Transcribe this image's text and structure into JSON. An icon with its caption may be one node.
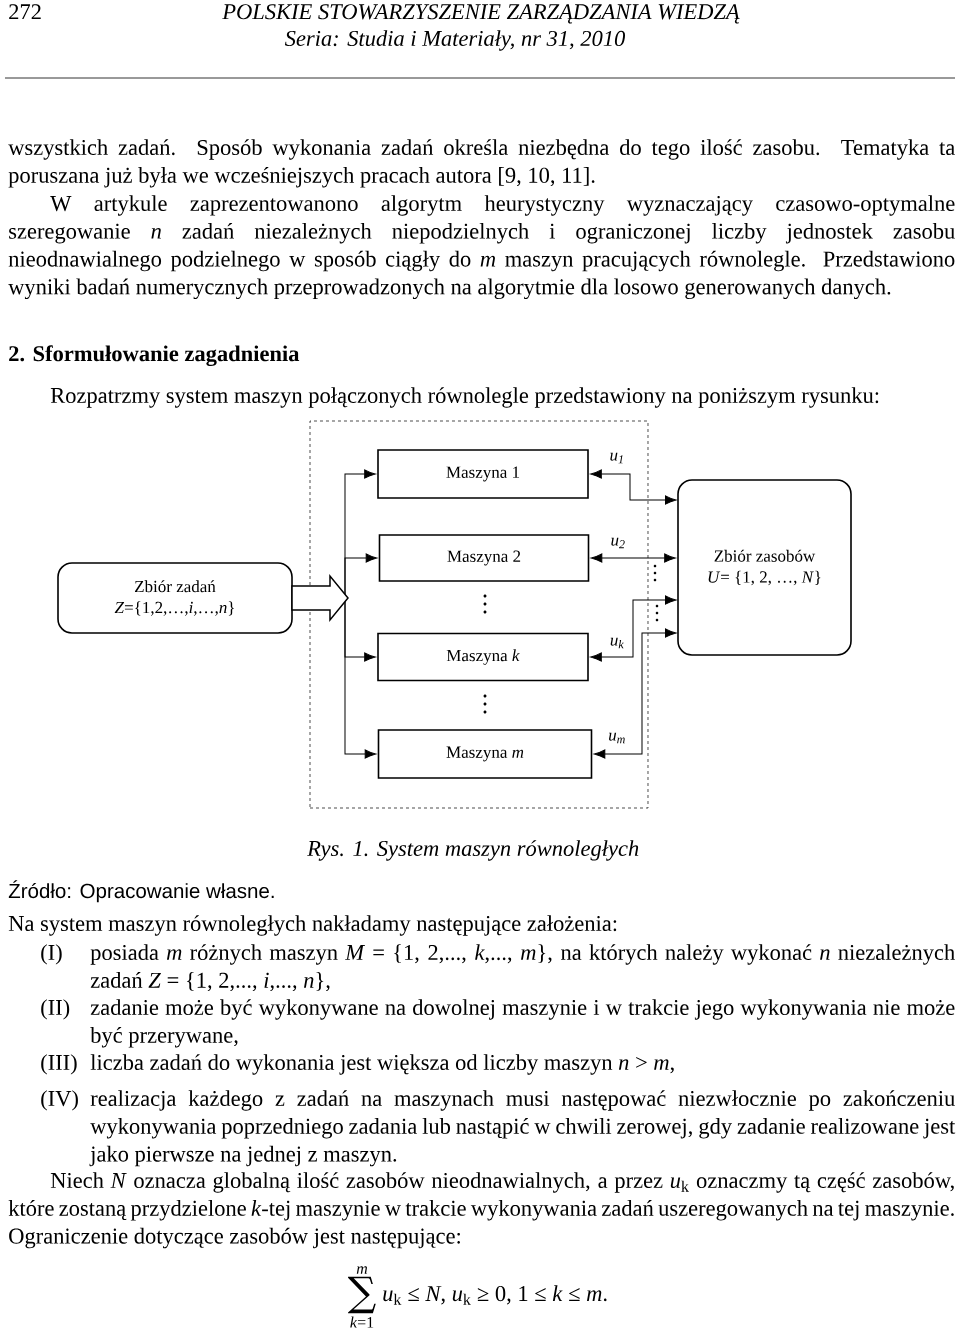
{
  "diagram": {
    "caption": "Rys. 1. System maszyn równoległych",
    "nodes": [
      {
        "text": [
          "Zbiór zadań",
          "*Z*={1,2,…,*i*,…,*n*}"
        ]
      },
      {
        "text": [],
        "shape": "box"
      },
      {
        "text": [
          "Maszyna 1"
        ],
        "in": 1
      },
      {
        "text": [
          "Maszyna 2"
        ],
        "in": 1
      },
      {
        "text": [
          "Maszyna *k*"
        ],
        "in": 1
      },
      {
        "text": [
          "Maszyna *m*"
        ],
        "in": 1
      },
      {
        "text": [
          "Zbiór zasobów",
          "*U*= {1, 2, …, *N*}"
        ]
      }
    ],
    "edges": [
      {
        "from": 0,
        "to": 2,
        "arrow": "to"
      },
      {
        "from": 0,
        "to": 3,
        "arrow": "to"
      },
      {
        "from": 0,
        "to": 4,
        "arrow": "to"
      },
      {
        "from": 0,
        "to": 5,
        "arrow": "to"
      },
      {
        "from": 2,
        "to": 6,
        "arrow": "both",
        "label": "u$_{1}$"
      },
      {
        "from": 3,
        "to": 6,
        "arrow": "both",
        "label": "u$_{2}$"
      },
      {
        "from": 4,
        "to": 6,
        "arrow": "both",
        "label": "u$_{k}$"
      },
      {
        "from": 5,
        "to": 6,
        "arrow": "both",
        "label": "u$_{m}$"
      }
    ],
    "labels": [
      "272",
      "POLSKIE STOWARZYSZENIE ZARZĄDZANIA WIEDZĄ",
      "Seria: Studia i Materiały, nr 31, 2010",
      "wszystkich zadań. Sposób wykonania zadań określa niezbędna do tego ilość zasobu. Tematyka ta poruszana już była we wcześniejszych pracach autora [9, 10, 11].",
      "W artykule zaprezentowanono algorytm heurystyczny wyznaczający czasowo-optymalne szeregowanie *n* zadań niezależnych niepodzielnych i ograniczonej liczby jednostek zasobu nieodnawialnego podzielnego w sposób ciągły do *m* maszyn pracujących równolegle. Przedstawiono wyniki badań numerycznych przeprowadzonych na algorytmie dla losowo generowanych danych.",
      "2. Sformułowanie zagadnienia",
      "Rozpatrzmy system maszyn połączonych równolegle przedstawiony na poniższym rysunku:",
      "Źródło: Opracowanie własne.",
      "Na system maszyn równoległych nakładamy następujące założenia:",
      "(I)",
      "posiada *m* różnych maszyn *M* = {1, 2,..., *k*,..., *m*}, na których należy wykonać *n* niezależnych zadań *Z* = {1, 2,..., *i*,..., *n*},",
      "(II)",
      "zadanie może być wykonywane na dowolnej maszynie i w trakcie jego wykonywania nie może być przerywane,",
      "(III)",
      "liczba zadań do wykonania jest większa od liczby maszyn *n* > *m*,",
      "(IV)",
      "realizacja każdego z zadań na maszynach musi następować niezwłocznie po zakończeniu wykonywania poprzedniego zadania lub nastąpić w chwili zerowej, gdy zadanie realizowane jest jako pierwsze na jednej z maszyn.",
      "Niech *N* oznacza globalną ilość zasobów nieodnawialnych, a przez *u*$_{k}$ oznaczmy tą część zasobów, które zostaną przydzielone *k*-tej maszynie w trakcie wykonywania zadań uszeregowanych na tej maszynie. Ograniczenie dotyczące zasobów jest następujące:",
      "*m*",
      "∑",
      "*k*=1",
      "*u*$_{k}$ ≤ *N*,  *u*$_{k}$ ≥ 0,  1 ≤ *k* ≤ *m*."
    ]
  }
}
